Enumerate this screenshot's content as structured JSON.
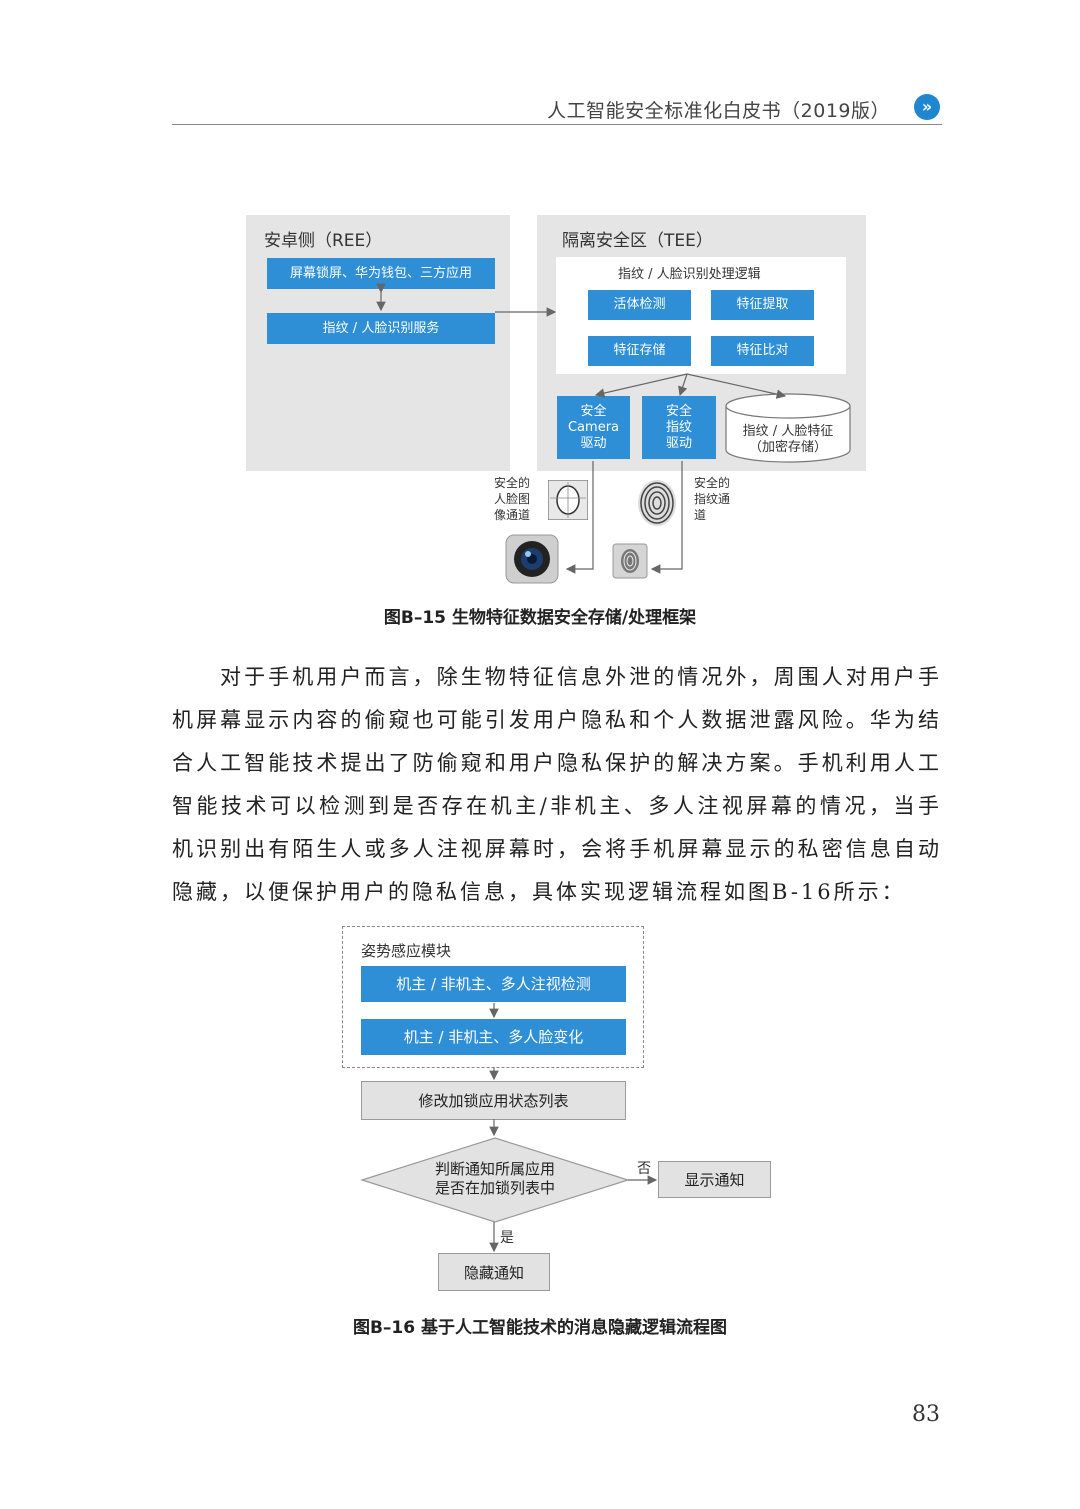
{
  "header": {
    "title": "人工智能安全标准化白皮书（2019版）",
    "icon": "double-chevron-right-icon",
    "accent": "#1f86d0"
  },
  "fig15": {
    "ree_title": "安卓侧（REE）",
    "ree_box1": "屏幕锁屏、华为钱包、三方应用",
    "ree_box2": "指纹 / 人脸识别服务",
    "tee_title": "隔离安全区（TEE）",
    "logic_title": "指纹 / 人脸识别处理逻辑",
    "liveness": "活体检测",
    "feature_extract": "特征提取",
    "feature_store": "特征存储",
    "feature_compare": "特征比对",
    "cam_driver": "安全\nCamera\n驱动",
    "fp_driver": "安全\n指纹\n驱动",
    "db": "指纹 / 人脸特征\n（加密存储）",
    "face_channel": "安全的\n人脸图\n像通道",
    "fp_channel": "安全的\n指纹通\n道",
    "caption": "图B–15 生物特征数据安全存储/处理框架",
    "box_color": "#2e8fd6",
    "panel_color": "#e5e5e5"
  },
  "paragraph": "对于手机用户而言，除生物特征信息外泄的情况外，周围人对用户手机屏幕显示内容的偷窥也可能引发用户隐私和个人数据泄露风险。华为结合人工智能技术提出了防偷窥和用户隐私保护的解决方案。手机利用人工智能技术可以检测到是否存在机主/非机主、多人注视屏幕的情况，当手机识别出有陌生人或多人注视屏幕时，会将手机屏幕显示的私密信息自动隐藏，以便保护用户的隐私信息，具体实现逻辑流程如图B-16所示：",
  "fig16": {
    "module_title": "姿势感应模块",
    "step1": "机主 / 非机主、多人注视检测",
    "step2": "机主 / 非机主、多人脸变化",
    "step3": "修改加锁应用状态列表",
    "decision": "判断通知所属应用\n是否在加锁列表中",
    "no_label": "否",
    "yes_label": "是",
    "show": "显示通知",
    "hide": "隐藏通知",
    "caption": "图B–16 基于人工智能技术的消息隐藏逻辑流程图"
  },
  "page_number": "83"
}
